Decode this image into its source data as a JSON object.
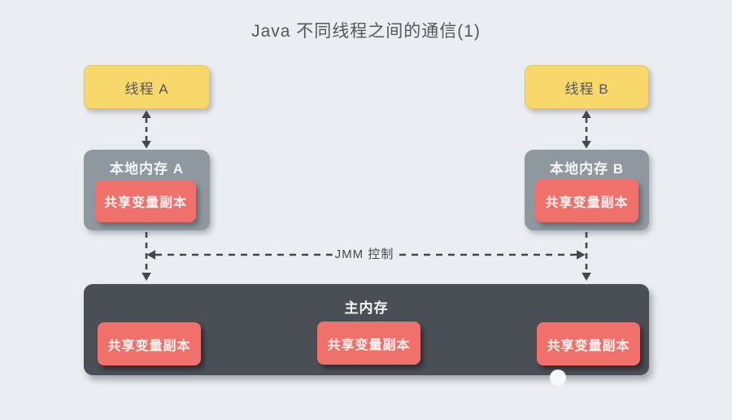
{
  "title": "Java 不同线程之间的通信(1)",
  "nodes": {
    "thread_a": "线程 A",
    "thread_b": "线程 B",
    "local_memory_a": "本地内存 A",
    "local_memory_b": "本地内存 B",
    "shared_copy": "共享变量副本",
    "main_memory": "主内存"
  },
  "edges": {
    "jmm_control": "JMM 控制",
    "thread_local_arrows": "dashed double-headed vertical arrows between threads and local memories",
    "local_main_arrows": "dashed vertical arrows from local memories into main memory"
  },
  "colors": {
    "background": "#EAEEF2",
    "thread_box": "#F8D76B",
    "local_memory_box": "#8E989E",
    "shared_copy_box": "#F0716C",
    "main_memory_box": "#4A4F56",
    "arrow": "#43484F",
    "title_text": "#53575D"
  }
}
